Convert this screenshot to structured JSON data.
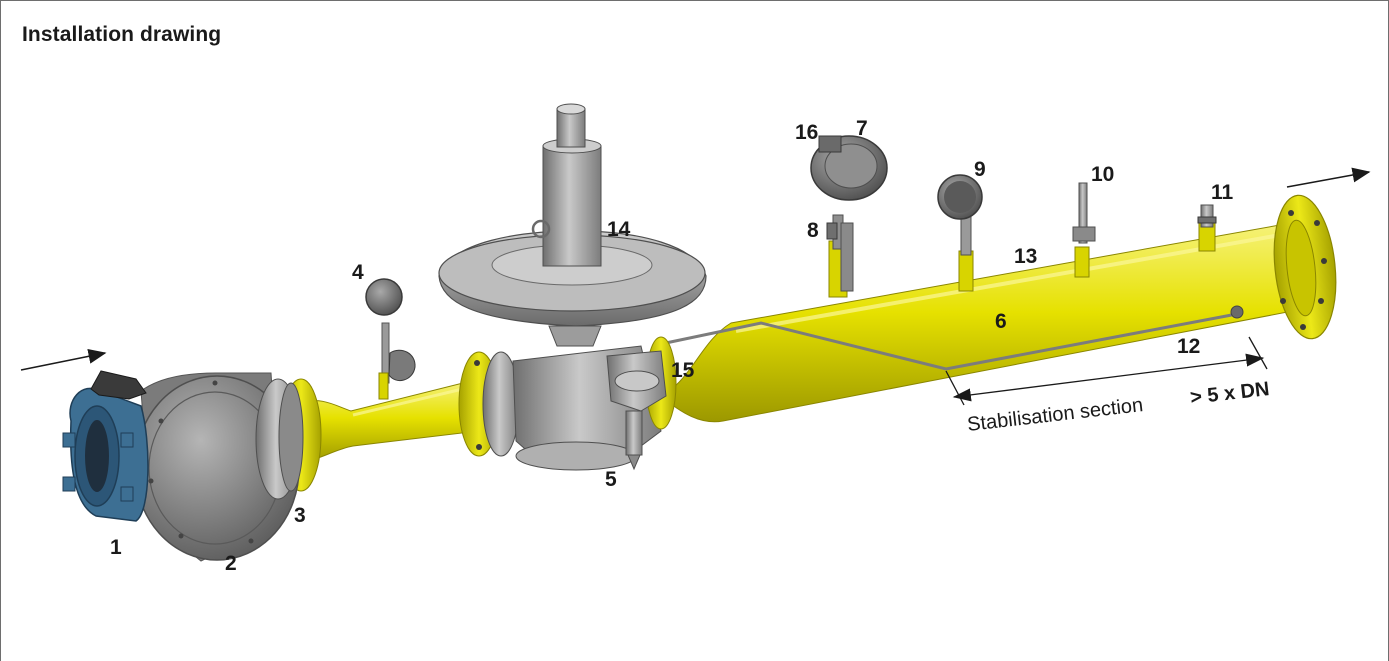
{
  "page": {
    "title": "Installation drawing"
  },
  "colors": {
    "pipe_yellow": "#e6e100",
    "metal_grey": "#9a9a9a",
    "valve_blue": "#3d6f93",
    "text": "#1a1a1a"
  },
  "diagram": {
    "labels": {
      "c1": "1",
      "c2": "2",
      "c3": "3",
      "c4": "4",
      "c5": "5",
      "c6": "6",
      "c7": "7",
      "c8": "8",
      "c9": "9",
      "c10": "10",
      "c11": "11",
      "c12": "12",
      "c13": "13",
      "c14": "14",
      "c15": "15",
      "c16": "16"
    },
    "stabilisation": {
      "text": "Stabilisation section",
      "spec": "> 5 x DN"
    },
    "flow": {
      "inlet_icon": "flow-arrow-icon",
      "outlet_icon": "flow-arrow-icon"
    }
  }
}
